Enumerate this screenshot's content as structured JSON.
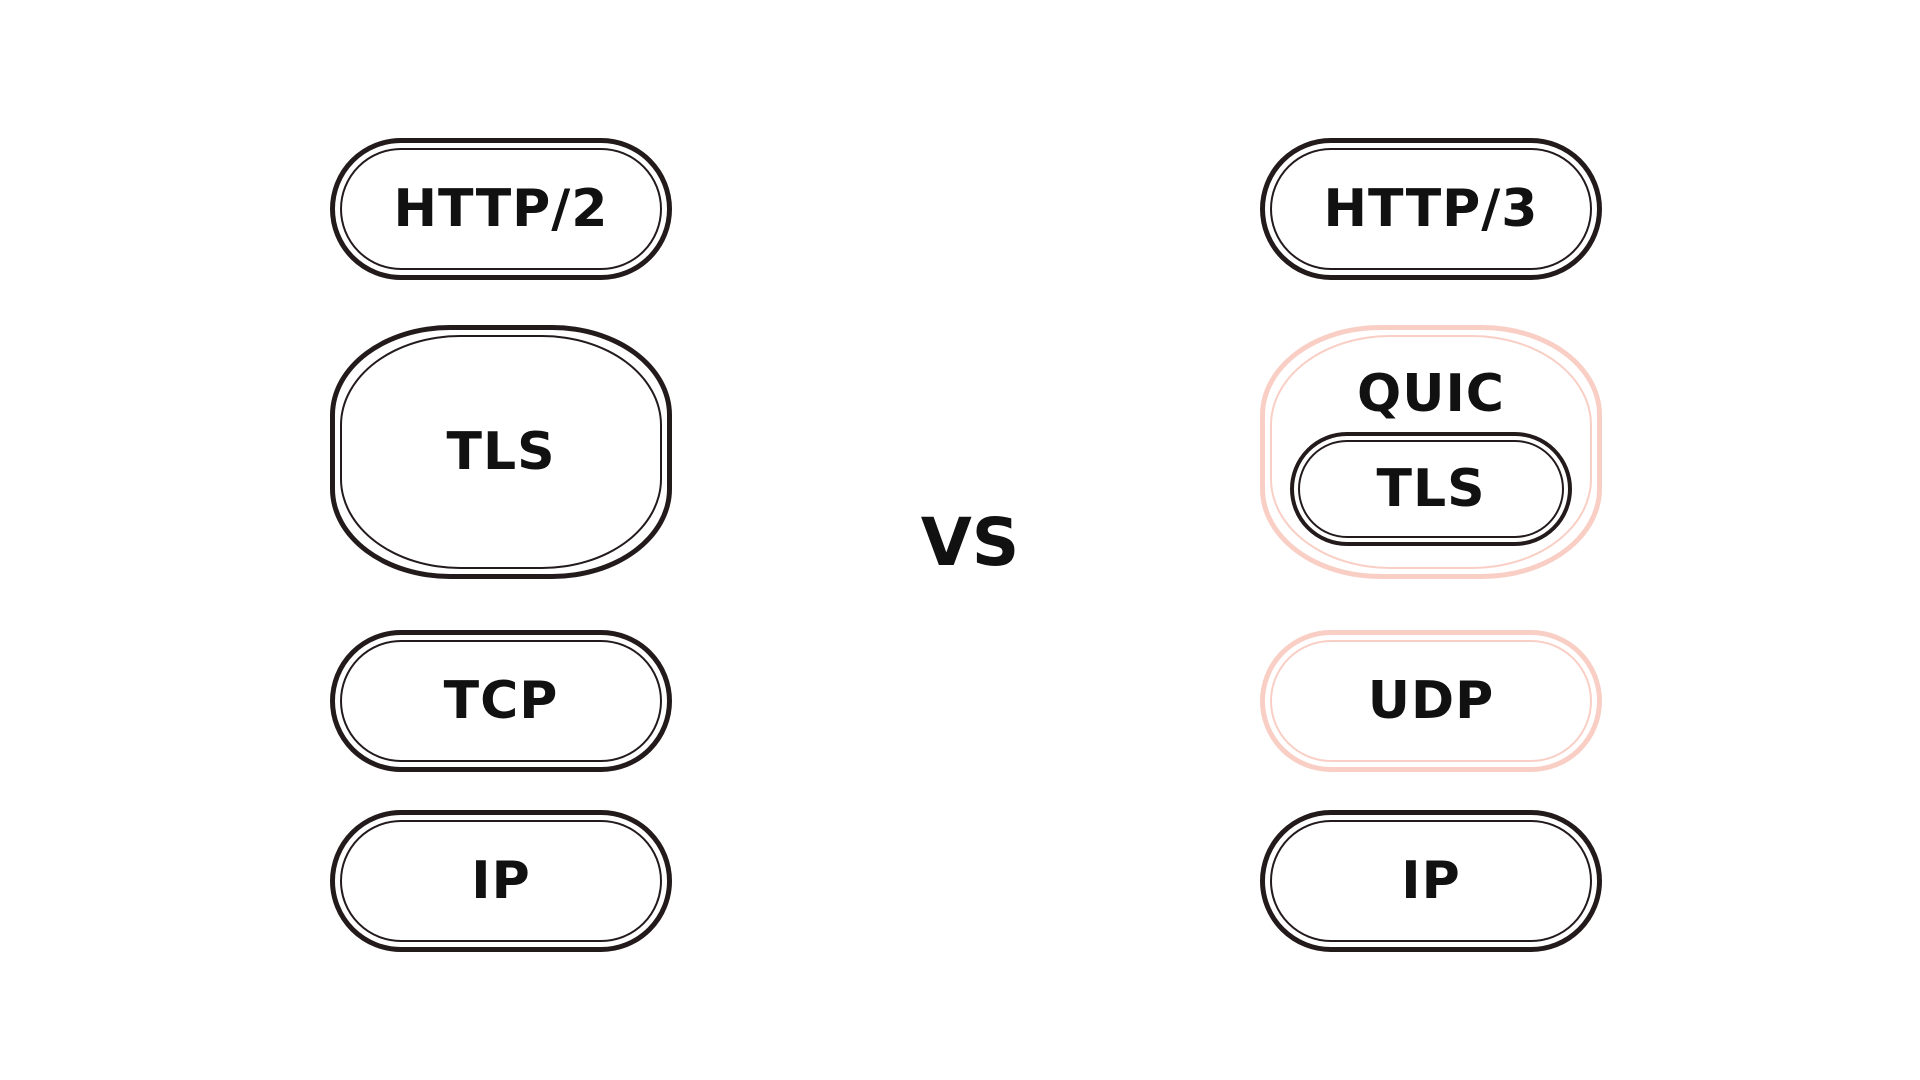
{
  "left_stack": {
    "layers": [
      "HTTP/2",
      "TLS",
      "TCP",
      "IP"
    ]
  },
  "right_stack": {
    "top": "HTTP/3",
    "quic": {
      "label": "QUIC",
      "inner": "TLS"
    },
    "transport": "UDP",
    "network": "IP"
  },
  "separator": "VS",
  "colors": {
    "stroke": "#231a1c",
    "accent_stroke": "#f9cfc5",
    "text": "#111111",
    "background": "#ffffff"
  }
}
